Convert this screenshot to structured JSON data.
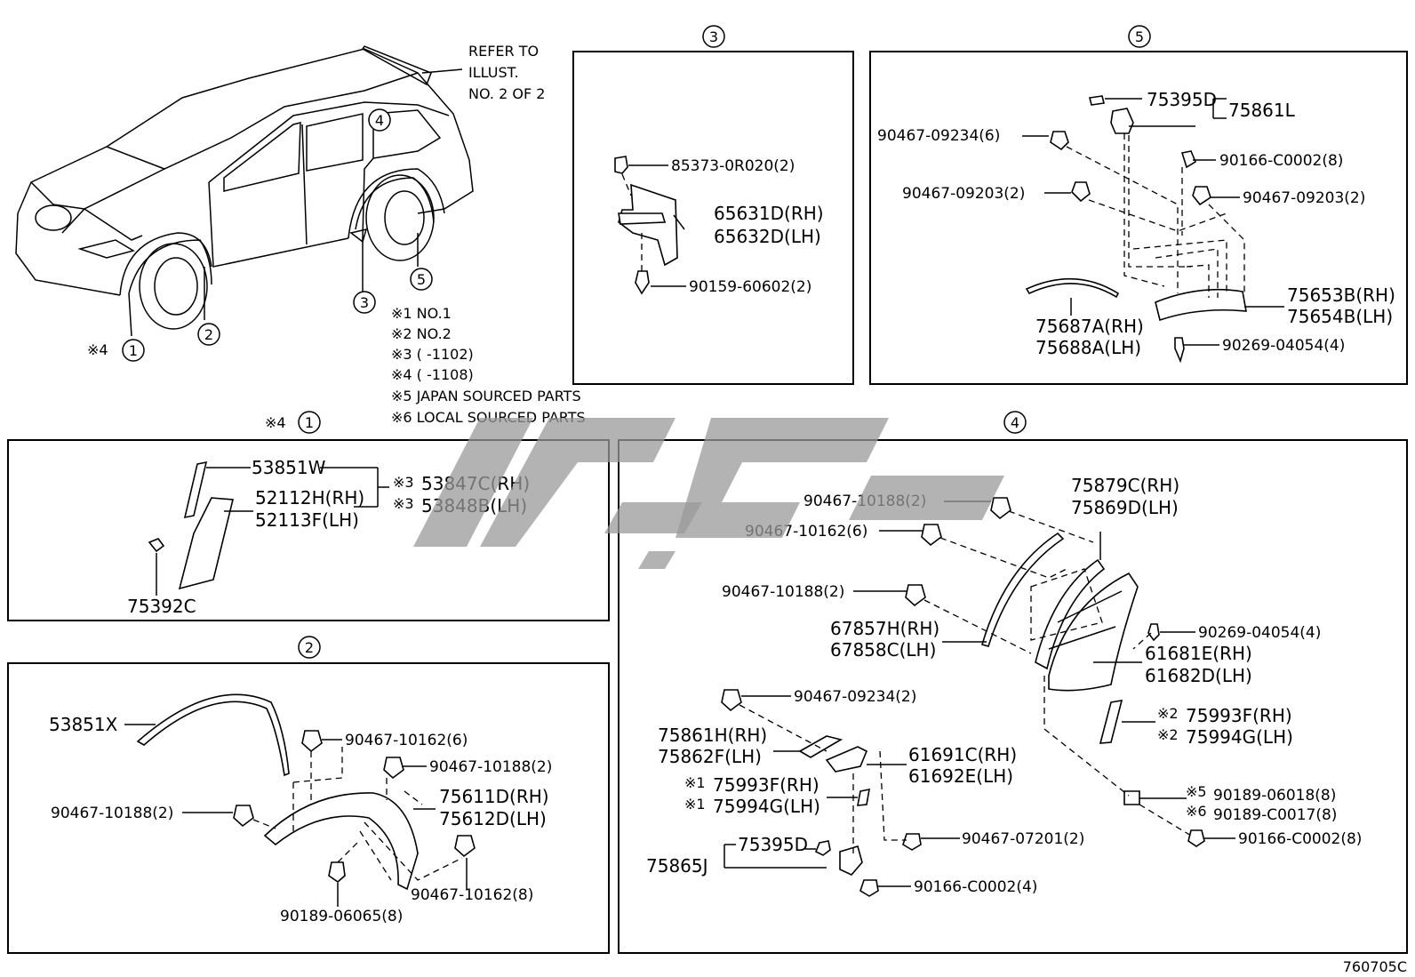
{
  "overview": {
    "refer_note": [
      "REFER TO",
      "ILLUST.",
      "NO. 2 OF 2"
    ],
    "callouts": {
      "c1": "1",
      "c2": "2",
      "c3": "3",
      "c4": "4",
      "c5": "5"
    },
    "star4_prefix": "※4",
    "notes": [
      "※1 NO.1",
      "※2 NO.2",
      "※3 (        -1102)",
      "※4 (        -1108)",
      "※5 JAPAN SOURCED PARTS",
      "※6 LOCAL SOURCED PARTS"
    ]
  },
  "panel3": {
    "title": "3",
    "labels": {
      "clip": "85373-0R020(2)",
      "rh": "65631D(RH)",
      "lh": "65632D(LH)",
      "screw": "90159-60602(2)"
    }
  },
  "panel5": {
    "title": "5",
    "labels": {
      "a": "75395D",
      "b": "75861L",
      "c": "90467-09234(6)",
      "d": "90166-C0002(8)",
      "e": "90467-09203(2)",
      "f": "90467-09203(2)",
      "g": "75653B(RH)",
      "h": "75654B(LH)",
      "i": "75687A(RH)",
      "j": "75688A(LH)",
      "k": "90269-04054(4)"
    }
  },
  "panel1": {
    "title_prefix": "※4",
    "title": "1",
    "labels": {
      "a": "53851W",
      "b": "52112H(RH)",
      "c": "52113F(LH)",
      "d_star": "※3",
      "d": "53847C(RH)",
      "e_star": "※3",
      "e": "53848B(LH)",
      "f": "75392C"
    }
  },
  "panel2": {
    "title": "2",
    "labels": {
      "a": "53851X",
      "b": "90467-10162(6)",
      "c": "90467-10188(2)",
      "d": "90467-10188(2)",
      "e": "75611D(RH)",
      "f": "75612D(LH)",
      "g": "90467-10162(8)",
      "h": "90189-06065(8)"
    }
  },
  "panel4": {
    "title": "4",
    "labels": {
      "a": "90467-10188(2)",
      "b": "90467-10162(6)",
      "c": "90467-10188(2)",
      "d": "75879C(RH)",
      "e": "75869D(LH)",
      "f": "67857H(RH)",
      "g": "67858C(LH)",
      "h": "90269-04054(4)",
      "i": "61681E(RH)",
      "j": "61682D(LH)",
      "k": "90467-09234(2)",
      "l_star": "※2",
      "l": "75993F(RH)",
      "m_star": "※2",
      "m": "75994G(LH)",
      "n": "75861H(RH)",
      "o": "75862F(LH)",
      "p": "61691C(RH)",
      "q": "61692E(LH)",
      "r_star": "※1",
      "r": "75993F(RH)",
      "s_star": "※1",
      "s": "75994G(LH)",
      "t_star": "※5",
      "t": "90189-06018(8)",
      "u_star": "※6",
      "u": "90189-C0017(8)",
      "v": "90467-07201(2)",
      "w": "90166-C0002(8)",
      "x": "75865J",
      "y": "75395D",
      "z": "90166-C0002(4)"
    }
  },
  "footer": {
    "code": "760705C"
  }
}
